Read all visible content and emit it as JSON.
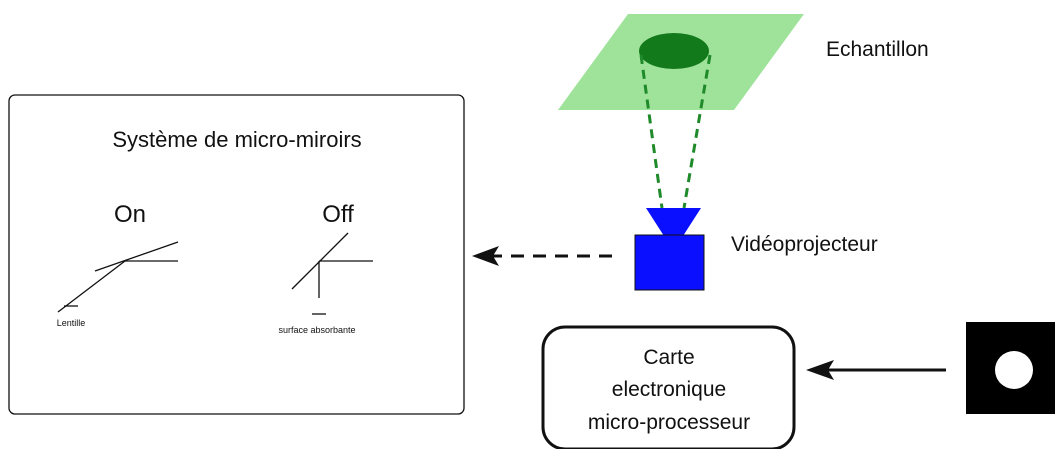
{
  "mirror_system": {
    "title": "Système de micro-miroirs",
    "on_label": "On",
    "off_label": "Off",
    "lens_label": "Lentille",
    "absorber_label": "surface absorbante"
  },
  "sample": {
    "label": "Echantillon"
  },
  "projector": {
    "label": "Vidéoprojecteur"
  },
  "board": {
    "line1": "Carte",
    "line2": "electronique",
    "line3": "micro-processeur"
  },
  "colors": {
    "sample_plate": "#9fe39a",
    "sample_spot": "#137a1c",
    "beam": "#1f8a2a",
    "projector": "#0a10ff",
    "input_image_bg": "#000000"
  }
}
